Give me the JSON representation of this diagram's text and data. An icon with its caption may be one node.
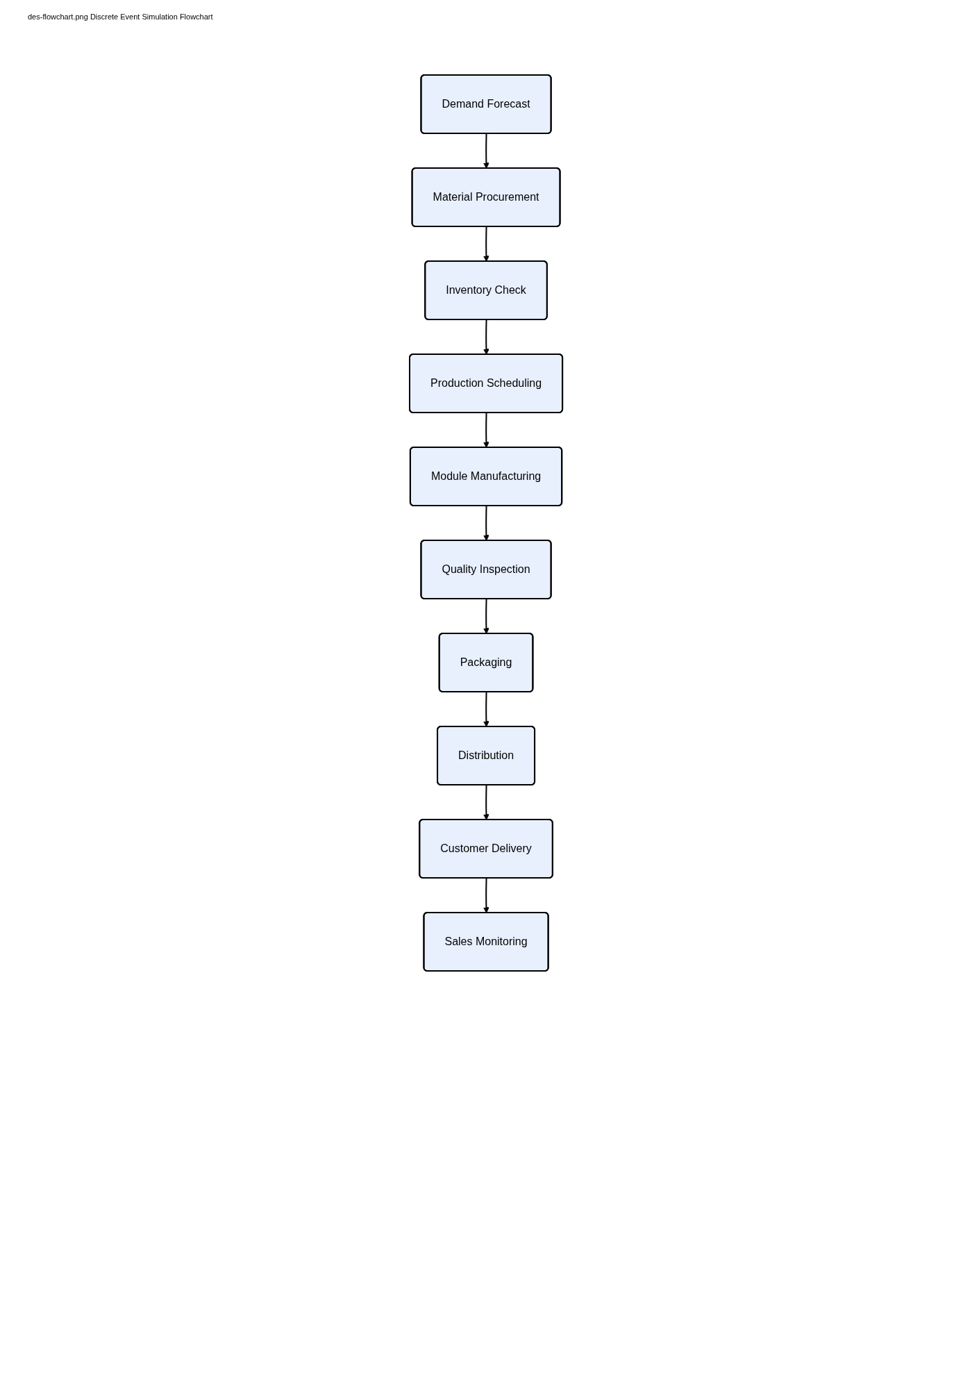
{
  "diagram": {
    "title": "des-flowchart.png Discrete Event Simulation Flowchart",
    "nodes": [
      {
        "text": [
          "Demand Forecast"
        ]
      },
      {
        "text": [
          "Material Procurement"
        ]
      },
      {
        "text": [
          "Inventory Check"
        ]
      },
      {
        "text": [
          "Production Scheduling"
        ]
      },
      {
        "text": [
          "Module Manufacturing"
        ]
      },
      {
        "text": [
          "Quality Inspection"
        ]
      },
      {
        "text": [
          "Packaging"
        ]
      },
      {
        "text": [
          "Distribution"
        ]
      },
      {
        "text": [
          "Customer Delivery"
        ]
      },
      {
        "text": [
          "Sales Monitoring"
        ]
      }
    ],
    "edges": [
      {
        "from": 0,
        "to": 1,
        "arrow": "to"
      },
      {
        "from": 1,
        "to": 2,
        "arrow": "to"
      },
      {
        "from": 2,
        "to": 3,
        "arrow": "to"
      },
      {
        "from": 3,
        "to": 4,
        "arrow": "to"
      },
      {
        "from": 4,
        "to": 5,
        "arrow": "to"
      },
      {
        "from": 5,
        "to": 6,
        "arrow": "to"
      },
      {
        "from": 6,
        "to": 7,
        "arrow": "to"
      },
      {
        "from": 7,
        "to": 8,
        "arrow": "to"
      },
      {
        "from": 8,
        "to": 9,
        "arrow": "to"
      }
    ]
  }
}
